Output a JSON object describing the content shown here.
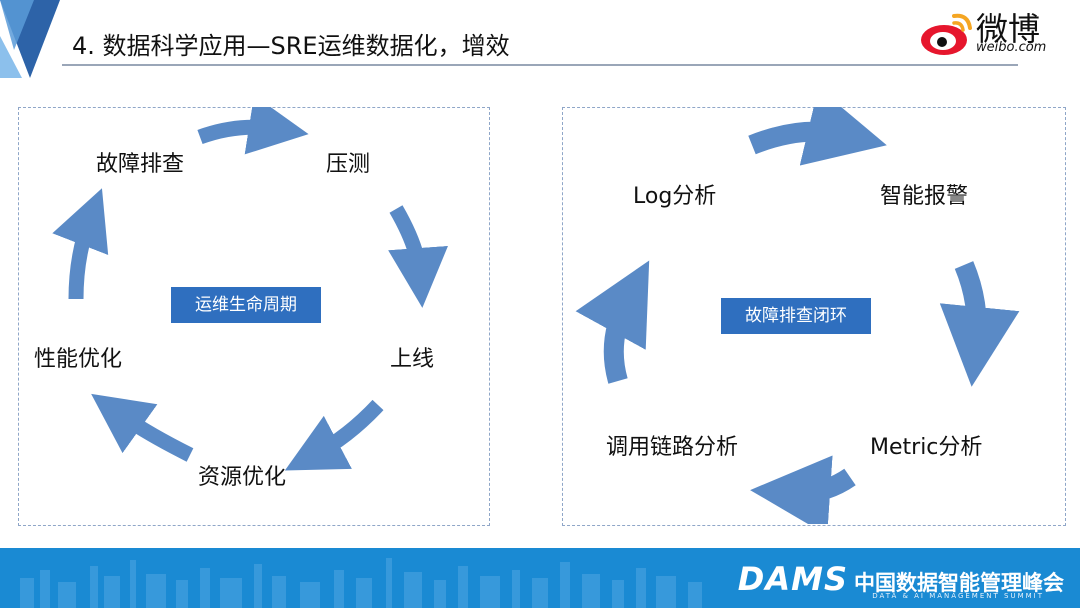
{
  "header": {
    "title": "4. 数据科学应用—SRE运维数据化，增效",
    "logo_text": "微博",
    "logo_sub": "weibo.com"
  },
  "left_cycle": {
    "center_label": "运维生命周期",
    "nodes": [
      "故障排查",
      "压测",
      "上线",
      "资源优化",
      "性能优化"
    ]
  },
  "right_cycle": {
    "center_label": "故障排查闭环",
    "nodes": [
      "Log分析",
      "智能报警",
      "Metric分析",
      "调用链路分析"
    ]
  },
  "footer": {
    "brand": "DAMS",
    "brand_cn": "中国数据智能管理峰会",
    "brand_en": "DATA & AI MANAGEMENT SUMMIT"
  },
  "colors": {
    "accent": "#2f6fbf",
    "arrow": "#5a8ac6",
    "footer": "#1a8ad3",
    "dashed_border": "#8fa6c8"
  }
}
